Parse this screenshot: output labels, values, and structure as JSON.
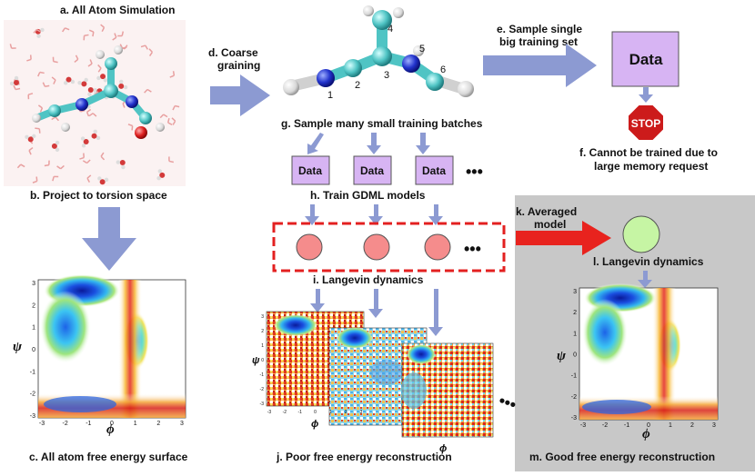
{
  "labels": {
    "a": "a. All Atom Simulation",
    "b": "b. Project to torsion space",
    "c": "c. All atom free energy surface",
    "d_line1": "d. Coarse",
    "d_line2": "graining",
    "e_line1": "e. Sample single",
    "e_line2": "big training set",
    "f_line1": "f. Cannot be trained due to",
    "f_line2": "large memory request",
    "g": "g. Sample many small training batches",
    "h": "h. Train GDML models",
    "i": "i. Langevin dynamics",
    "j": "j. Poor free energy reconstruction",
    "k_line1": "k. Averaged",
    "k_line2": "model",
    "l": "l. Langevin dynamics",
    "m": "m. Good free energy reconstruction"
  },
  "data_big": "Data",
  "data_small": [
    "Data",
    "Data",
    "Data"
  ],
  "stop": "STOP",
  "ellipsis": "•••",
  "atom_numbers": [
    "1",
    "2",
    "3",
    "4",
    "5",
    "6"
  ],
  "axes": {
    "x_symbol": "ϕ",
    "y_symbol": "ψ",
    "x_ticks": [
      "-3",
      "-2",
      "-1",
      "0",
      "1",
      "2",
      "3"
    ],
    "y_ticks": [
      "3",
      "2",
      "1",
      "0",
      "-1",
      "-2",
      "-3"
    ]
  },
  "colors": {
    "arrow_blue": "#8c9ad2",
    "arrow_red": "#e8231e",
    "data_fill": "#d7b4f3",
    "stop_red": "#cc1b1b",
    "model_red": "#f58c8c",
    "model_green": "#c6f5a4",
    "panel_gray": "#c8c8c8",
    "dash_red": "#e32020"
  }
}
